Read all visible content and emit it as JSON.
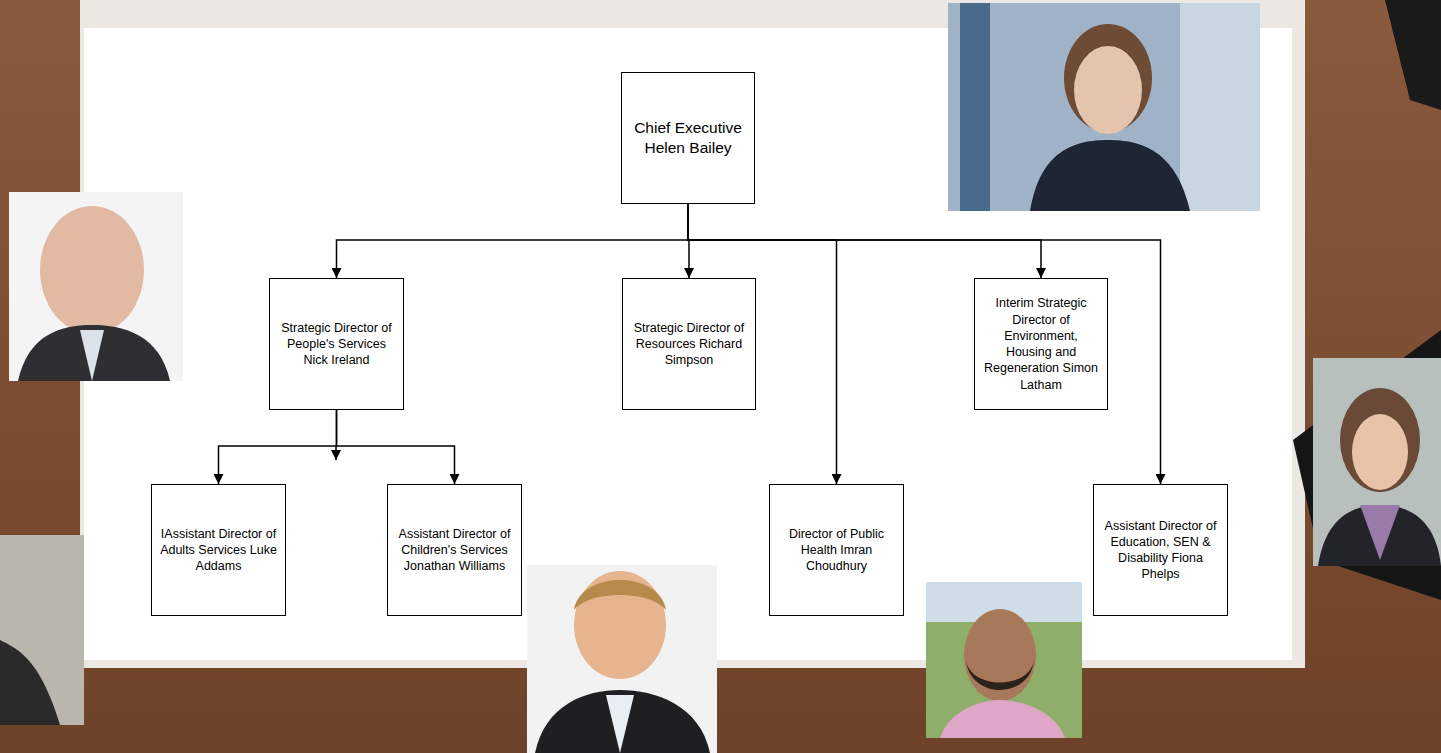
{
  "diagram": {
    "nodes": [
      {
        "text": [
          "Chief Executive Helen Bailey"
        ]
      },
      {
        "text": [
          "Strategic Director of People's Services Nick Ireland"
        ]
      },
      {
        "text": [
          "Strategic Director of Resources Richard Simpson"
        ]
      },
      {
        "text": [
          "Interim Strategic Director of Environment, Housing and Regeneration Simon Latham"
        ]
      },
      {
        "text": [
          "IAssistant Director of Adults Services Luke Addams"
        ]
      },
      {
        "text": [
          "Assistant Director of Children's Services Jonathan Williams"
        ]
      },
      {
        "text": [
          "Director of Public Health Imran Choudhury"
        ]
      },
      {
        "text": [
          "Assistant Director of Education, SEN & Disability Fiona Phelps"
        ]
      }
    ],
    "edges": [
      {
        "from": 0,
        "to": 1,
        "arrow": "to"
      },
      {
        "from": 0,
        "to": 2,
        "arrow": "to"
      },
      {
        "from": 0,
        "to": 3,
        "arrow": "to"
      },
      {
        "from": 0,
        "to": 6,
        "arrow": "to"
      },
      {
        "from": 0,
        "to": 7,
        "arrow": "to"
      },
      {
        "from": 1,
        "to": 4,
        "arrow": "to"
      },
      {
        "from": 1,
        "to": 5,
        "arrow": "to"
      }
    ]
  }
}
